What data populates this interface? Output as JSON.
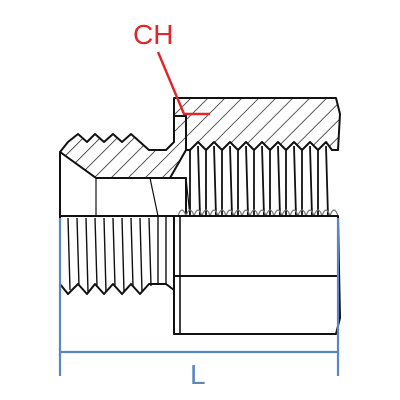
{
  "diagram": {
    "part": "adapter-fitting-section",
    "labels": {
      "hex": "CH",
      "length": "L"
    },
    "colors": {
      "outline": "#111111",
      "hatch": "#111111",
      "callout": "#e0262b",
      "dimension": "#5b86c4",
      "background": "#ffffff"
    }
  }
}
